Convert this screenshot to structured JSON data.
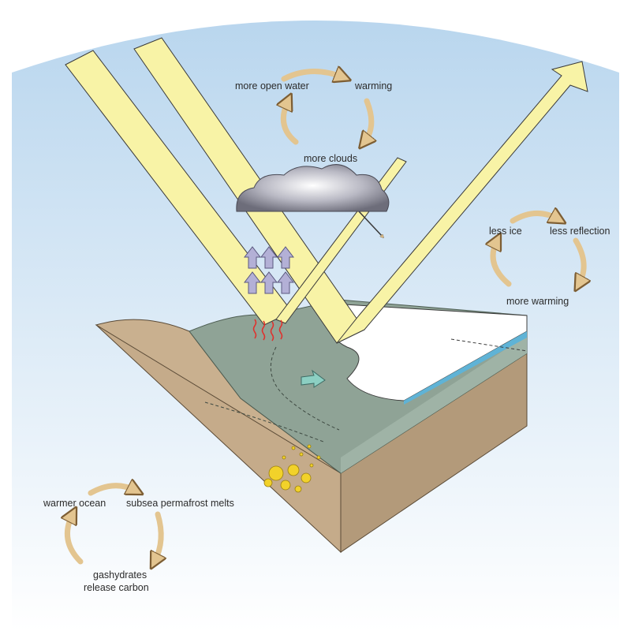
{
  "colors": {
    "sky_top": "#b9d6ee",
    "sky_bottom": "#ffffff",
    "sunbeam": "#f8f3a6",
    "sunbeam_stroke": "#3a3a3a",
    "soil": "#c5ab8a",
    "soil_dark": "#b39a7a",
    "sea": "#8fa396",
    "ice": "#ffffff",
    "ice_edge": "#5fb3d6",
    "cycle_arrow": "#e3c590",
    "cycle_arrow_stroke": "#7d5e34",
    "heat_arrow": "#b3b0d6",
    "heat_wave": "#e0302c",
    "current_arrow": "#8ccfc2",
    "hydrates": "#f2d22a"
  },
  "cycles": {
    "ocean": {
      "node_a": "more open water",
      "node_b": "warming",
      "node_c": "more clouds"
    },
    "albedo": {
      "node_a": "less ice",
      "node_b": "less reflection",
      "node_c": "more warming"
    },
    "permafrost": {
      "node_a": "warmer ocean",
      "node_b": "subsea permafrost melts",
      "node_c_line1": "gashydrates",
      "node_c_line2": "release carbon"
    }
  },
  "icons": {
    "cloud": "storm-cloud",
    "heat": "rising-heat-arrows",
    "waves": "heat-waves",
    "current": "ocean-current-arrow",
    "hydrates": "gas-hydrate-deposits"
  }
}
